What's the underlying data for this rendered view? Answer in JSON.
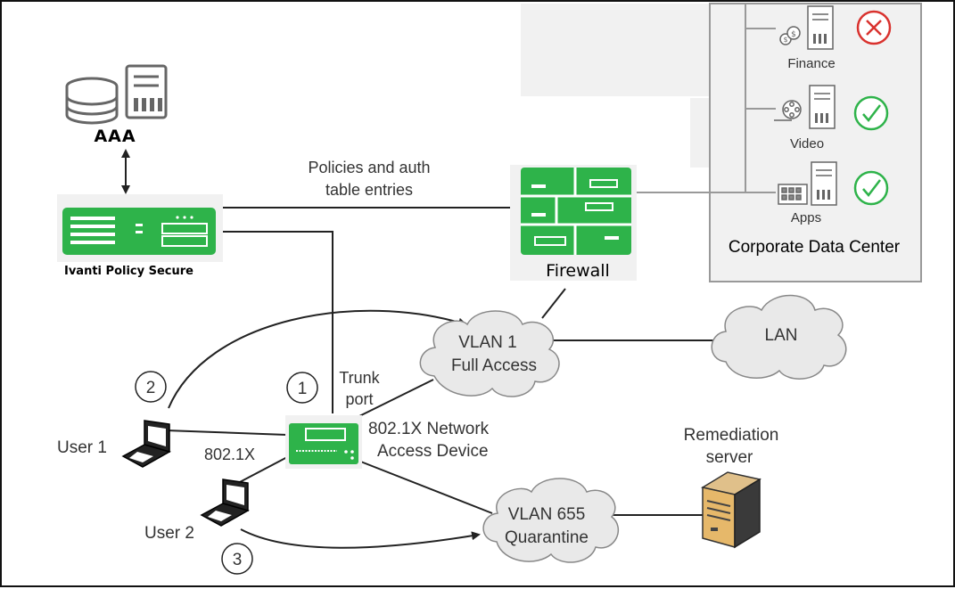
{
  "aaa": {
    "label": "AAA"
  },
  "policy_secure": {
    "label": "Ivanti Policy Secure"
  },
  "policies_label": {
    "line1": "Policies and auth",
    "line2": "table entries"
  },
  "firewall": {
    "label": "Firewall"
  },
  "data_center": {
    "title": "Corporate Data Center",
    "servers": [
      {
        "label": "Finance",
        "status": "denied"
      },
      {
        "label": "Video",
        "status": "allowed"
      },
      {
        "label": "Apps",
        "status": "allowed"
      }
    ]
  },
  "clouds": {
    "vlan1": {
      "line1": "VLAN 1",
      "line2": "Full Access"
    },
    "lan": {
      "label": "LAN"
    },
    "vlan655": {
      "line1": "VLAN 655",
      "line2": "Quarantine"
    }
  },
  "trunk": {
    "line1": "Trunk",
    "line2": "port"
  },
  "nad": {
    "line1": "802.1X  Network",
    "line2": "Access Device"
  },
  "user1": {
    "label": "User 1"
  },
  "user2": {
    "label": "User 2"
  },
  "dot1x_label": "802.1X",
  "remediation": {
    "line1": "Remediation",
    "line2": "server"
  },
  "steps": [
    "1",
    "2",
    "3"
  ],
  "colors": {
    "green": "#2eb34a",
    "allowed": "#2eb34a",
    "denied": "#d9322e",
    "panel": "#f1f1f1"
  }
}
